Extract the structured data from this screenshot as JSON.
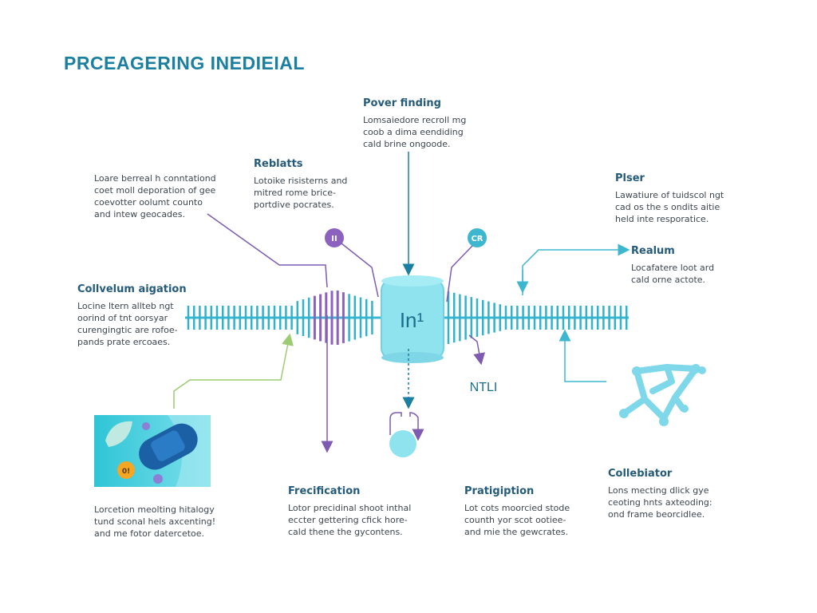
{
  "title": "PRCEAGERING INEDIEIAL",
  "center": {
    "label": "In¹",
    "badge_left": "II",
    "badge_right": "CR",
    "below_label": "NTLI"
  },
  "labels": {
    "power": {
      "heading": "Pover finding",
      "lines": [
        "Lomsaiedore recroll mg",
        "coob a dima eendiding",
        "cald brine ongoode."
      ]
    },
    "reblatts": {
      "heading": "Reblatts",
      "lines": [
        "Lotoike risisterns and",
        "mitred rome brice-",
        "portdive pocrates."
      ]
    },
    "left_top": {
      "lines": [
        "Loare berreal h conntationd",
        "coet moll deporation of gee",
        "coevotter oolumt counto",
        "and intew geocades."
      ]
    },
    "plser": {
      "heading": "Plser",
      "lines": [
        "Lawatiure of tuidscol ngt",
        "cad os the s ondits aitie",
        "held inte resporatice."
      ]
    },
    "realum": {
      "heading": "Realum",
      "lines": [
        "Locafatere loot ard",
        "cald orne actote."
      ]
    },
    "collvelum": {
      "heading": "Collvelum aigation",
      "lines": [
        "Locine ltern allteb ngt",
        "oorind of tnt oorsyar",
        "curengingtic are rofoe-",
        "pands prate ercoaes."
      ]
    },
    "bottom_left": {
      "lines": [
        "Lorcetion meolting hitalogy",
        "tund sconal hels axcenting!",
        "and me fotor datercetoe."
      ]
    },
    "frecification": {
      "heading": "Frecification",
      "lines": [
        "Lotor precidinal shoot inthal",
        "eccter gettering cfick hore-",
        "cald thene the gycontens."
      ]
    },
    "pratigiption": {
      "heading": "Pratigiption",
      "lines": [
        "Lot cots moorcied stode",
        "counth yor scot ootiee-",
        "and mie the gewcrates."
      ]
    },
    "collebiator": {
      "heading": "Collebiator",
      "lines": [
        "Lons mecting dlick gye",
        "ceoting hnts axteoding:",
        "ond frame beorcidlee."
      ]
    }
  },
  "icons": {
    "circle_badge": "0!"
  },
  "colors": {
    "teal": "#1a7fa0",
    "cyan": "#3db7cf",
    "light_cyan": "#8fe3ef",
    "purple": "#7e5bb0",
    "green": "#9ccb72"
  }
}
